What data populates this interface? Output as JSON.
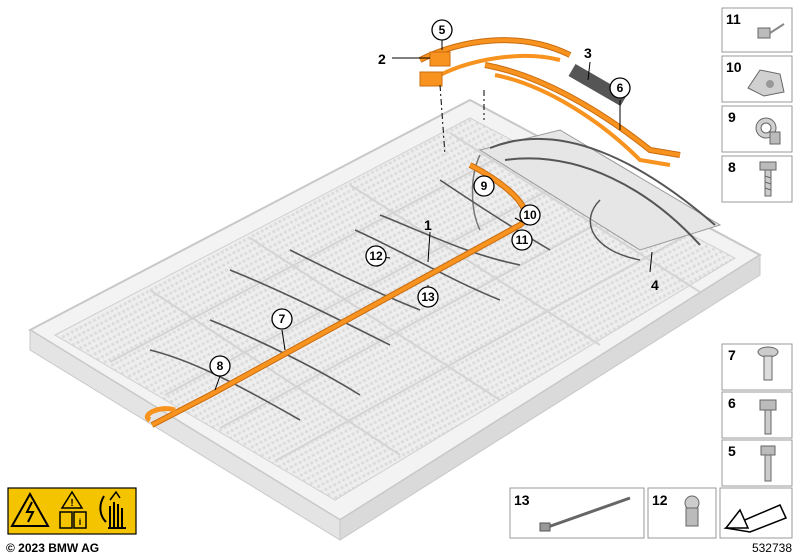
{
  "callouts": {
    "c1": "1",
    "c2": "2",
    "c3": "3",
    "c4": "4",
    "c5": "5",
    "c6": "6",
    "c7": "7",
    "c8": "8",
    "c9": "9",
    "c10": "10",
    "c11": "11",
    "c12": "12",
    "c13": "13"
  },
  "side_panel": {
    "p11": "11",
    "p10": "10",
    "p9": "9",
    "p8": "8",
    "p7": "7",
    "p6": "6",
    "p5": "5"
  },
  "bottom_panel": {
    "p13": "13",
    "p12": "12"
  },
  "footer": {
    "copyright": "© 2023 BMW AG",
    "diagram_id": "532738"
  },
  "colors": {
    "cable": "#f7931e",
    "cable_dark": "#c96c10",
    "wire": "#555555",
    "tray": "#ececec",
    "tray_edge": "#bdbdbd",
    "warning": "#f5c400"
  }
}
